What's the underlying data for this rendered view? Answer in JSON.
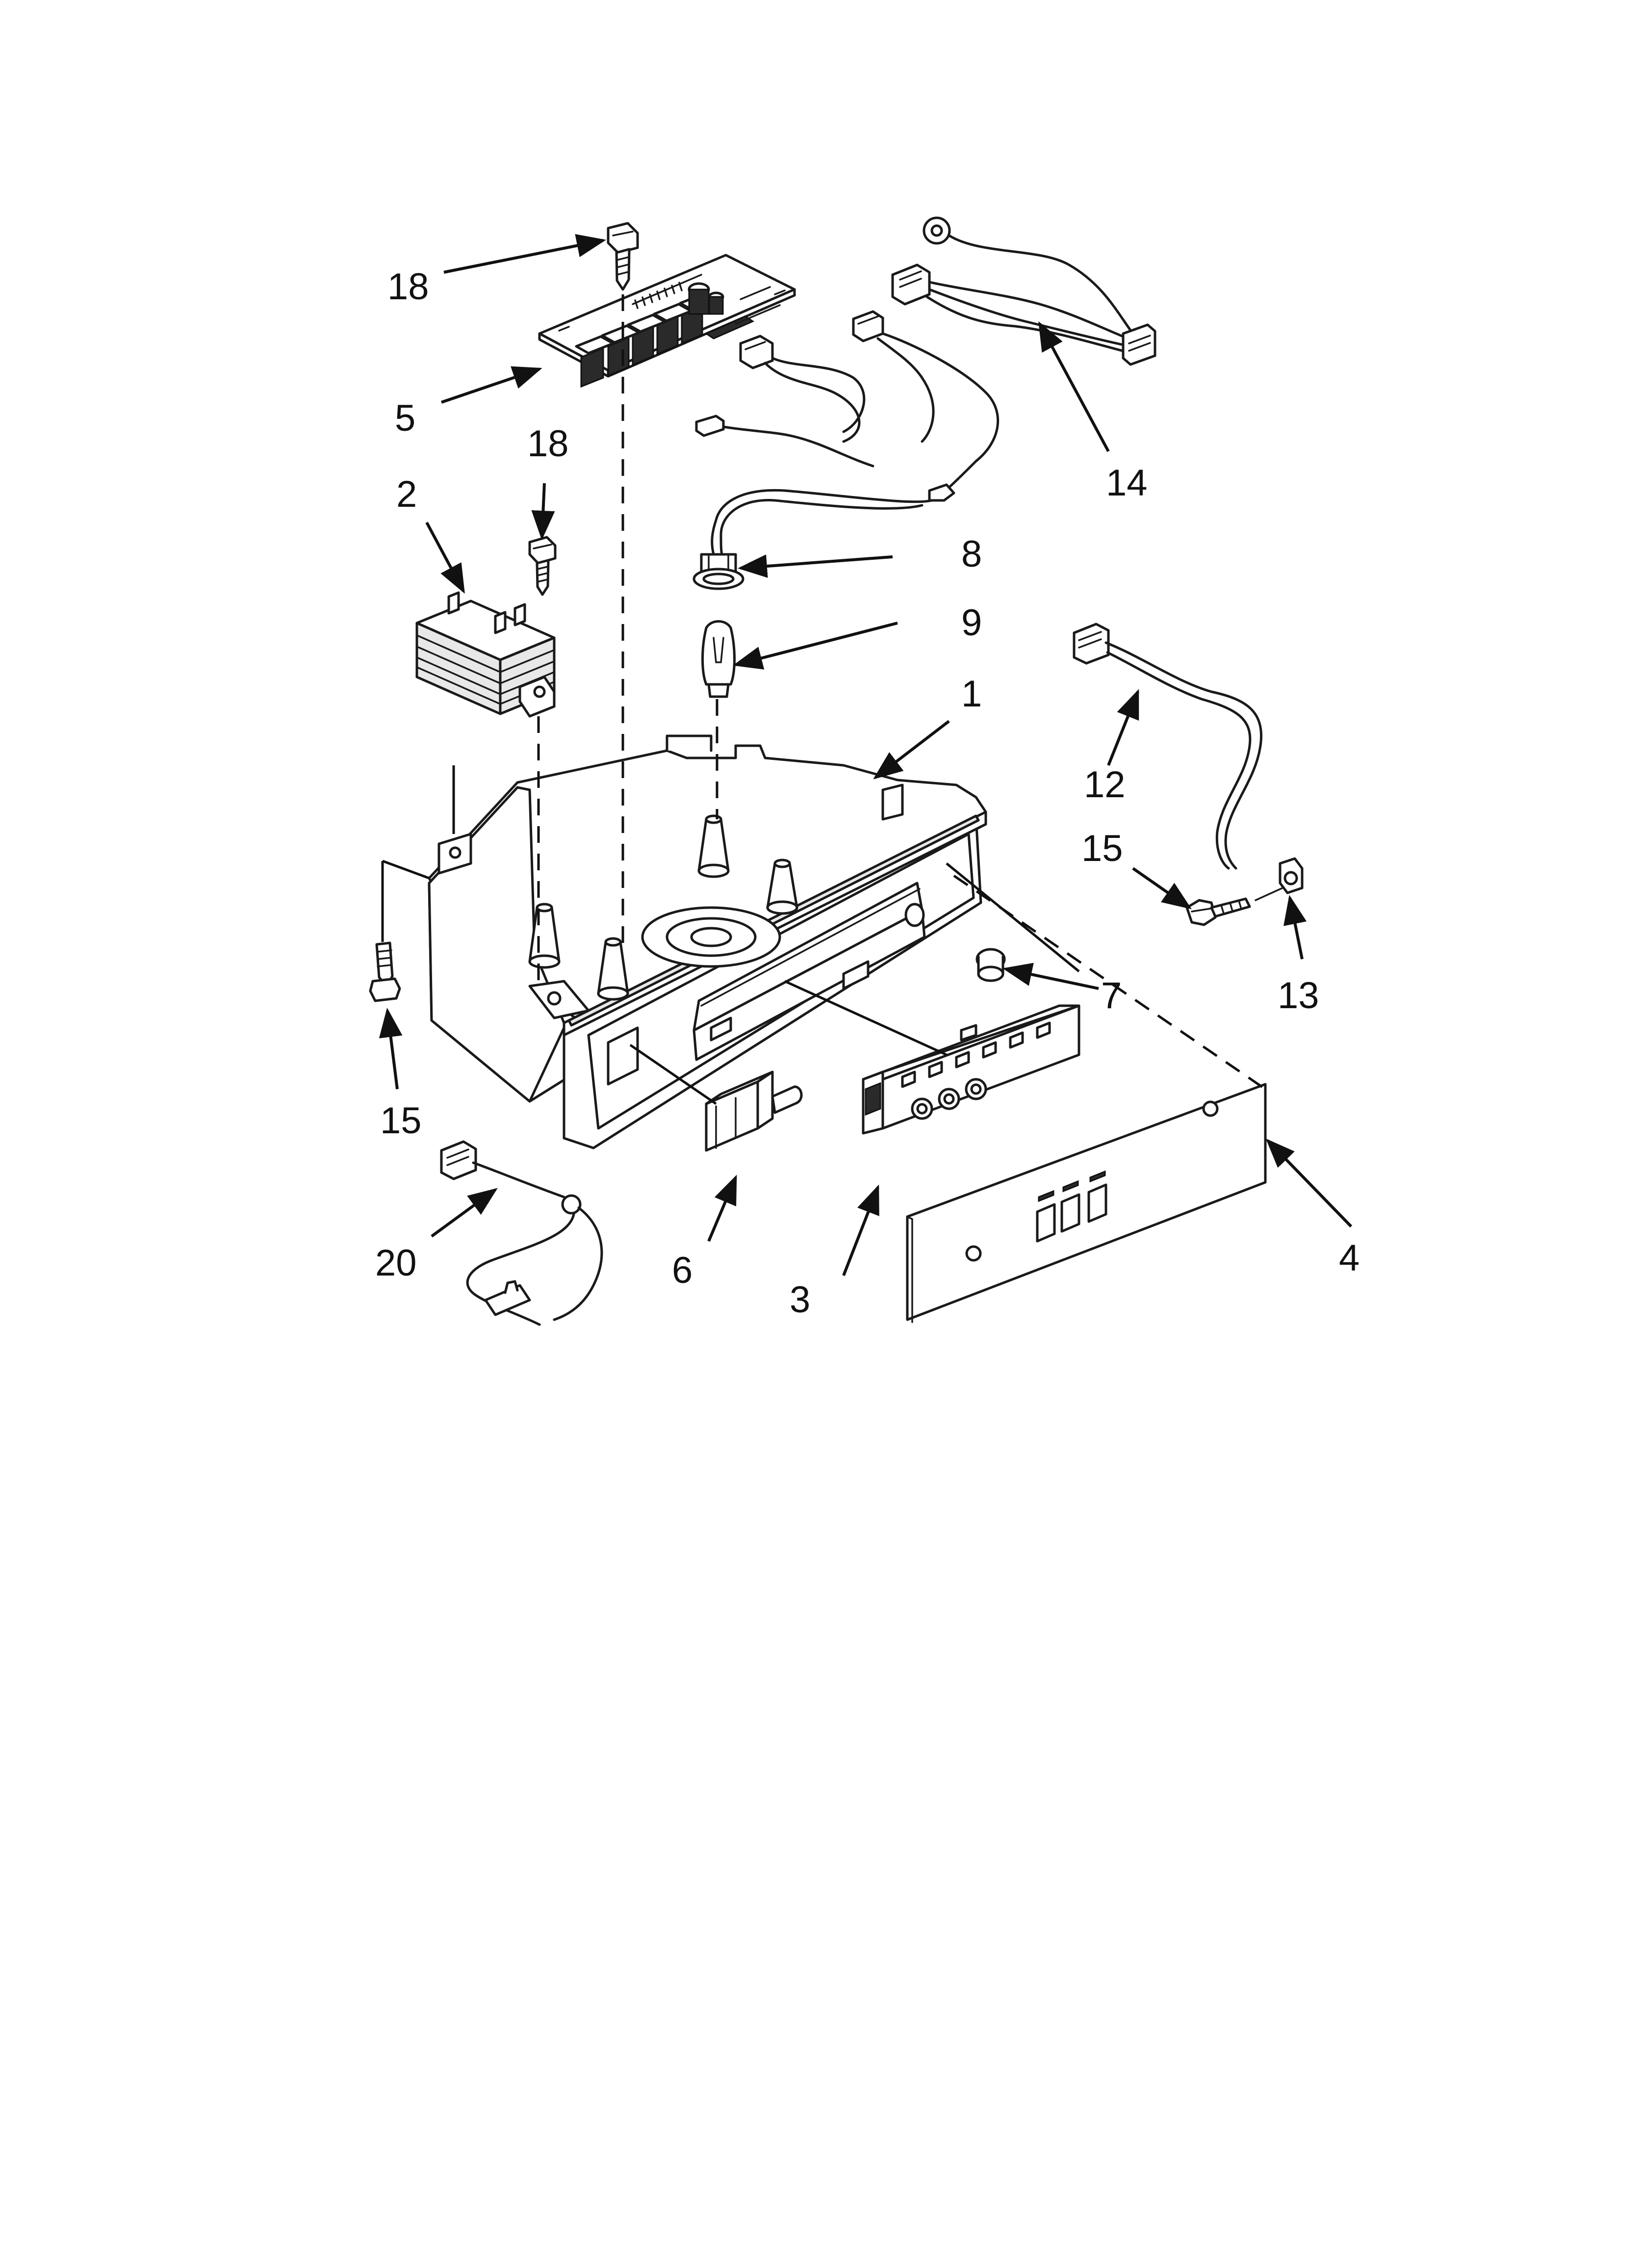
{
  "callouts": {
    "c1": "1",
    "c2": "2",
    "c3": "3",
    "c4": "4",
    "c5": "5",
    "c6": "6",
    "c7": "7",
    "c8": "8",
    "c9": "9",
    "c12": "12",
    "c13": "13",
    "c14": "14",
    "c15a": "15",
    "c15b": "15",
    "c18a": "18",
    "c18b": "18",
    "c20": "20"
  }
}
